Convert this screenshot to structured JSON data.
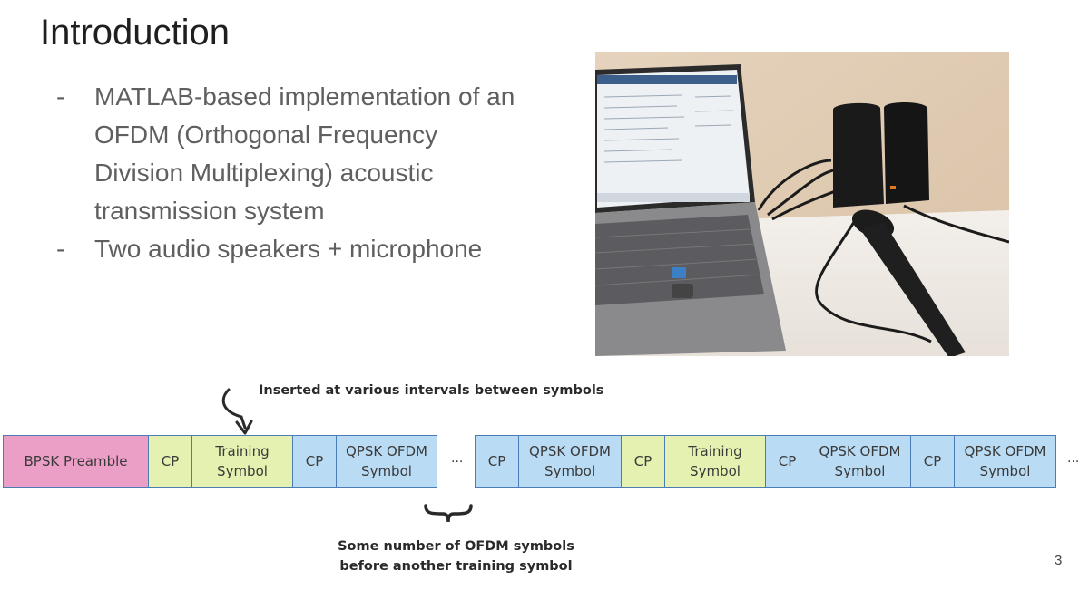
{
  "slide": {
    "title": "Introduction",
    "bullets": [
      "MATLAB-based implementation of an OFDM (Orthogonal Frequency Division Multiplexing) acoustic transmission system",
      "Two audio speakers + microphone"
    ],
    "bullet_marker": "-",
    "page_number": "3"
  },
  "diagram": {
    "annotation_top": "Inserted at various intervals between symbols",
    "annotation_bottom_line1": "Some number of OFDM symbols",
    "annotation_bottom_line2": "before another training symbol",
    "ellipsis": "...",
    "cells": [
      {
        "label": "BPSK Preamble",
        "color": "#ec9fc6"
      },
      {
        "label": "CP",
        "color": "#e5f1b0"
      },
      {
        "label": "Training\nSymbol",
        "color": "#e5f1b0"
      },
      {
        "label": "CP",
        "color": "#b9dbf3"
      },
      {
        "label": "QPSK OFDM\nSymbol",
        "color": "#b9dbf3"
      },
      {
        "label": "CP",
        "color": "#b9dbf3"
      },
      {
        "label": "QPSK OFDM\nSymbol",
        "color": "#b9dbf3"
      },
      {
        "label": "CP",
        "color": "#e5f1b0"
      },
      {
        "label": "Training\nSymbol",
        "color": "#e5f1b0"
      },
      {
        "label": "CP",
        "color": "#b9dbf3"
      },
      {
        "label": "QPSK OFDM\nSymbol",
        "color": "#b9dbf3"
      },
      {
        "label": "CP",
        "color": "#b9dbf3"
      },
      {
        "label": "QPSK OFDM\nSymbol",
        "color": "#b9dbf3"
      }
    ]
  }
}
